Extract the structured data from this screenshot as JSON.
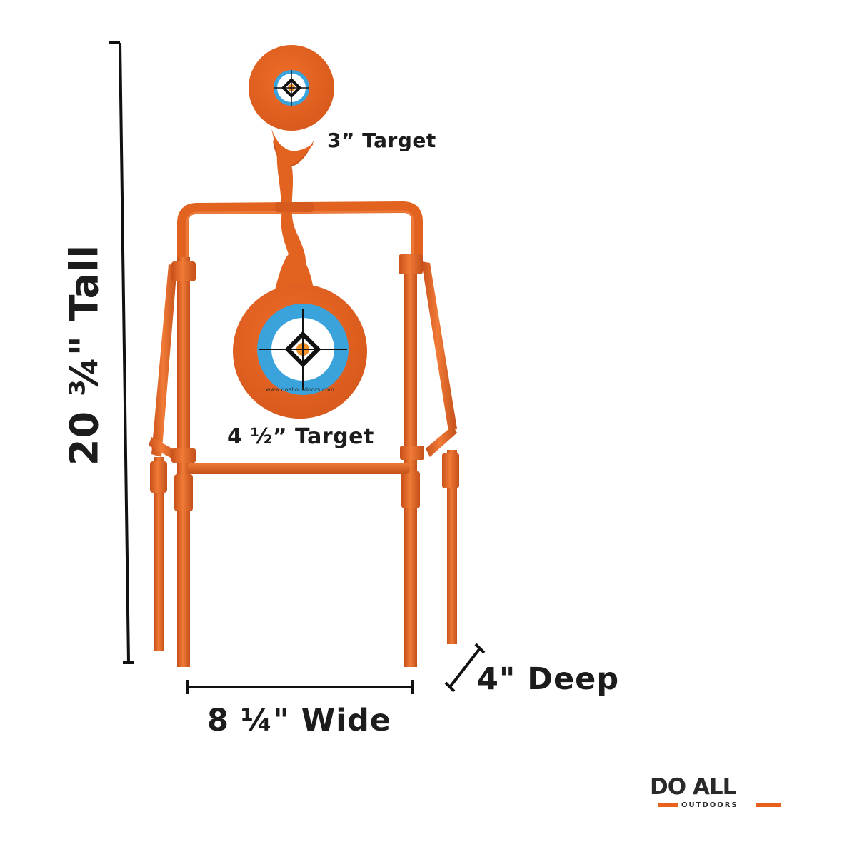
{
  "dimensions": {
    "tall": "20 ¾\" Tall",
    "wide": "8 ¼\" Wide",
    "deep": "4\" Deep"
  },
  "targets": {
    "small": "3” Target",
    "large": "4 ½” Target"
  },
  "logo": {
    "brand": "DO ALL",
    "sub": "OUTDOORS"
  },
  "colors": {
    "steel_orange": "#e2621f",
    "target_blue": "#3aa3dc",
    "dimension_line": "#111111",
    "logo_accent": "#e8601c"
  }
}
